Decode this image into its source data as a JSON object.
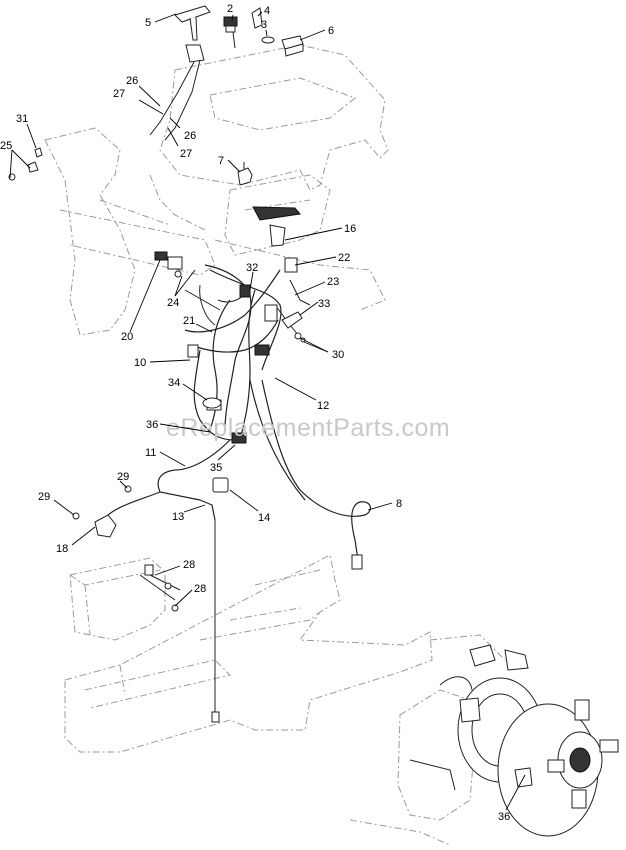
{
  "watermark": "eReplacementParts.com",
  "callouts": {
    "c2": "2",
    "c3": "3",
    "c4": "4",
    "c5": "5",
    "c6": "6",
    "c7": "7",
    "c8": "8",
    "c10": "10",
    "c11": "11",
    "c12": "12",
    "c13": "13",
    "c14": "14",
    "c16": "16",
    "c18": "18",
    "c20": "20",
    "c21": "21",
    "c22": "22",
    "c23": "23",
    "c24": "24",
    "c25": "25",
    "c26a": "26",
    "c26b": "26",
    "c27a": "27",
    "c27b": "27",
    "c28a": "28",
    "c28b": "28",
    "c29a": "29",
    "c29b": "29",
    "c30": "30",
    "c31": "31",
    "c32": "32",
    "c33": "33",
    "c34": "34",
    "c35": "35",
    "c36a": "36",
    "c36b": "36"
  }
}
